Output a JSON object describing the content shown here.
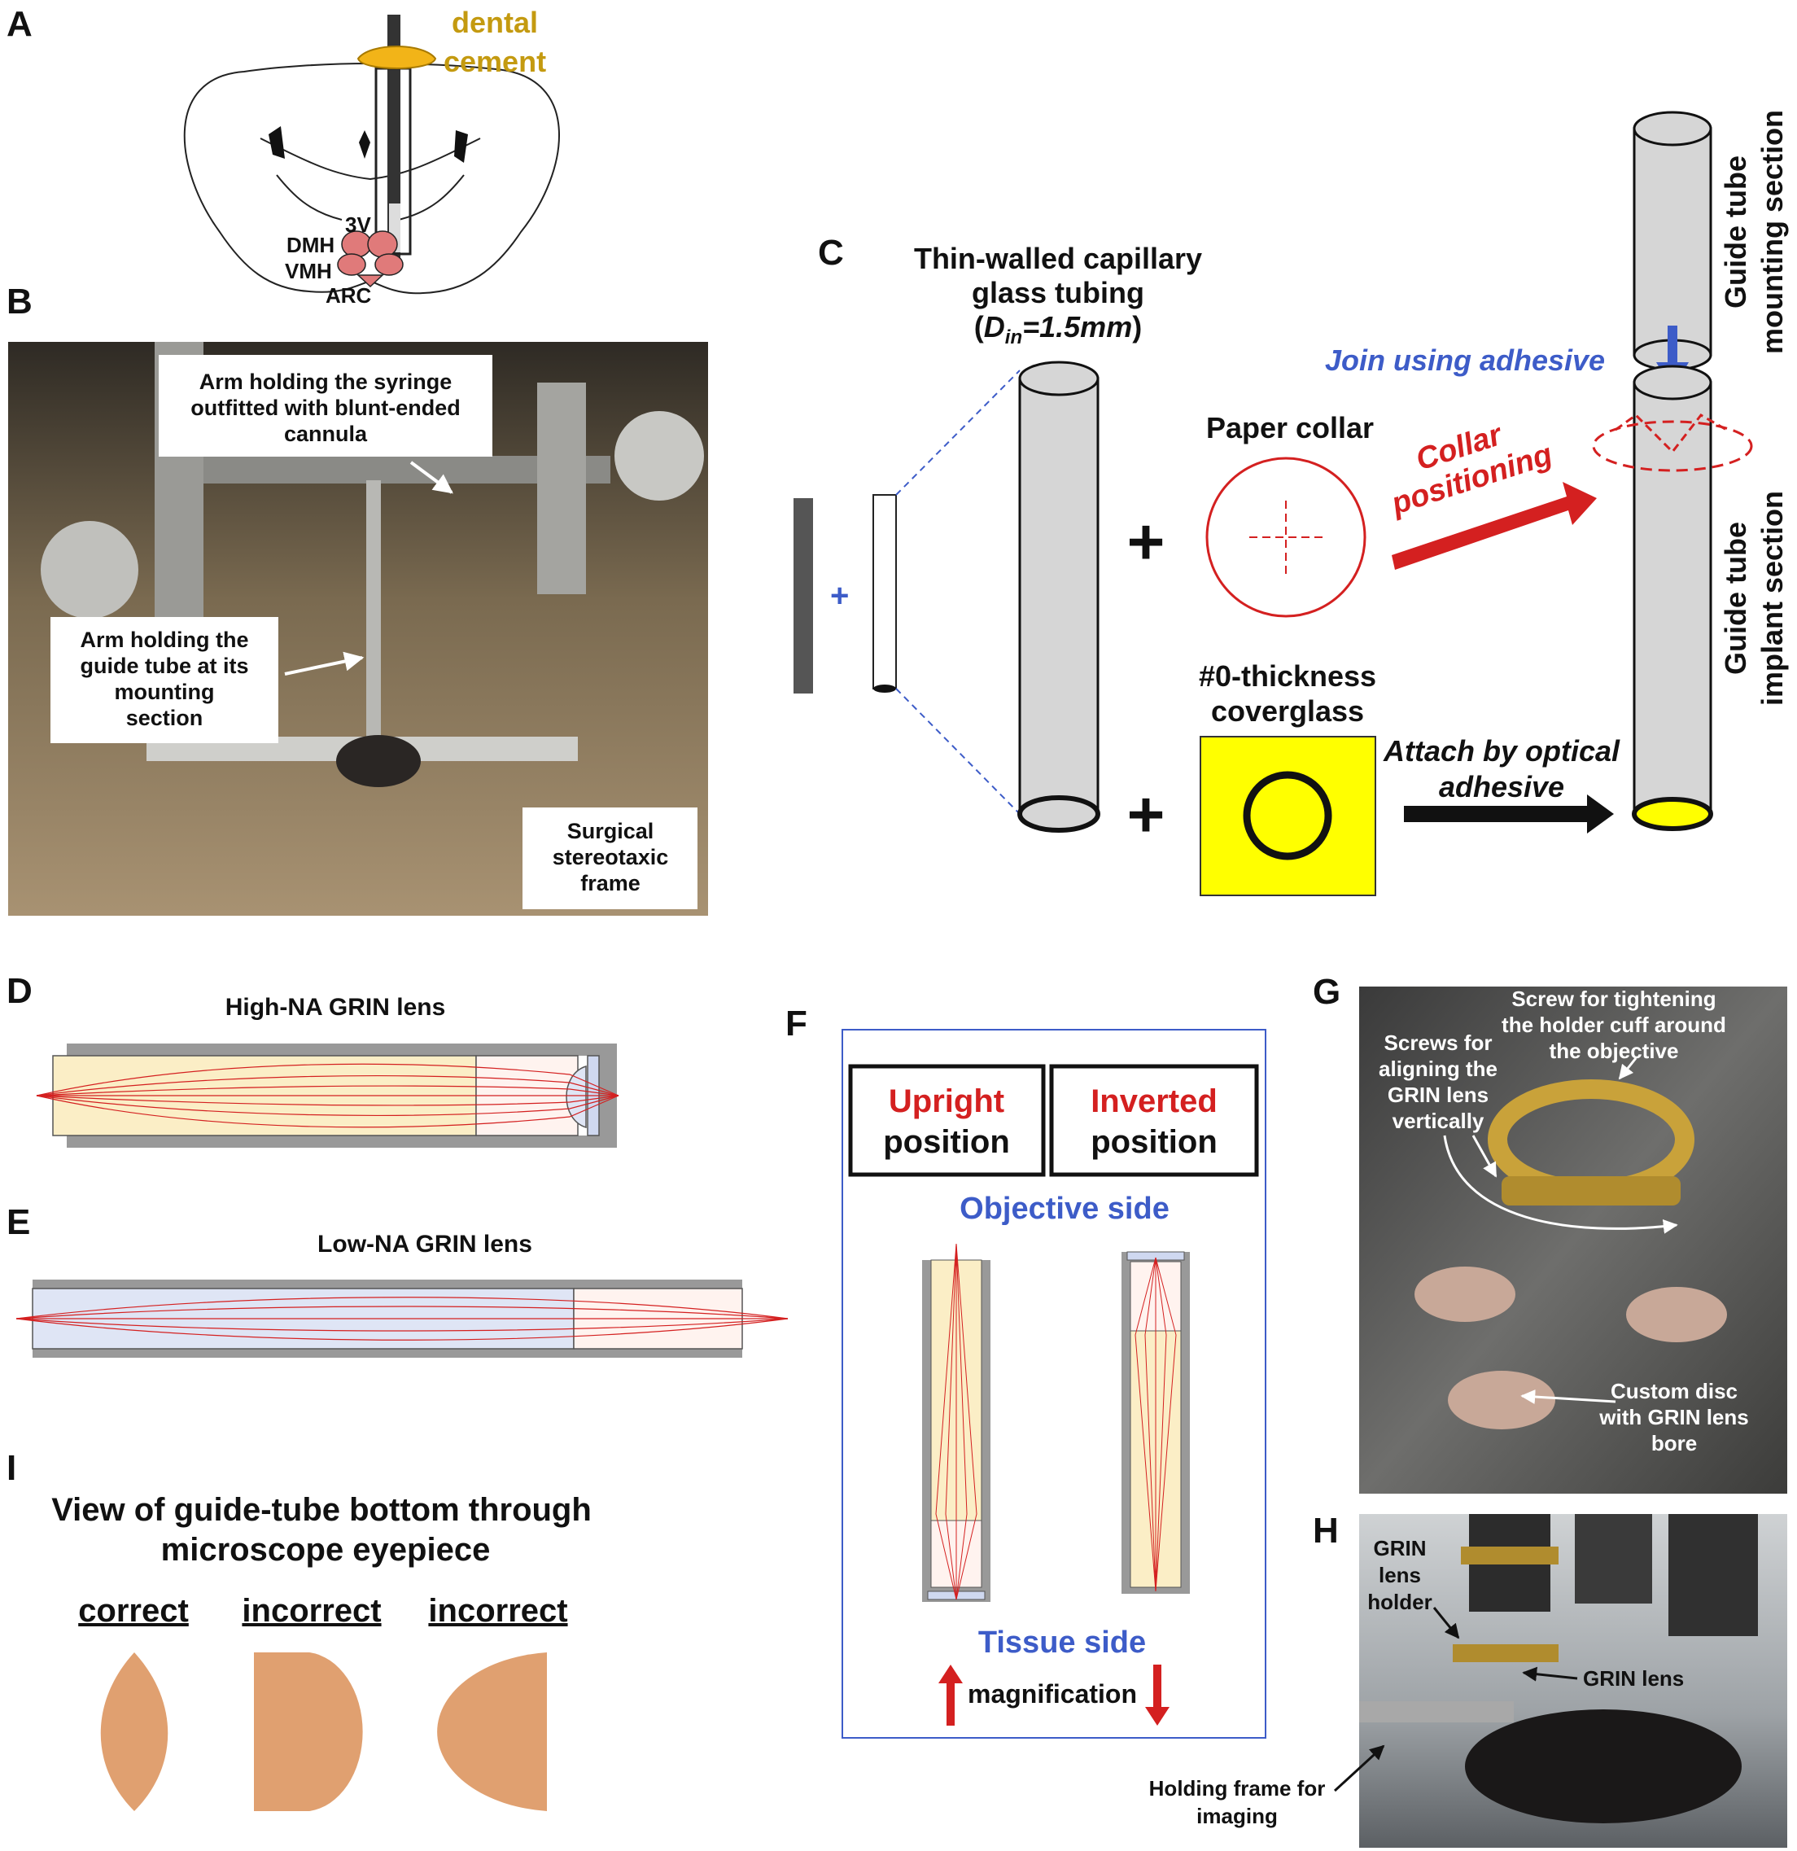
{
  "panels": {
    "A": "A",
    "B": "B",
    "C": "C",
    "D": "D",
    "E": "E",
    "F": "F",
    "G": "G",
    "H": "H",
    "I": "I"
  },
  "panelA": {
    "dental_cement_line1": "dental",
    "dental_cement_line2": "cement",
    "label_3v": "3V",
    "label_dmh": "DMH",
    "label_vmh": "VMH",
    "label_arc": "ARC",
    "cement_color": "#f2b418",
    "nuclei_color": "#e07a7a"
  },
  "panelB": {
    "callout_syringe_1": "Arm holding the syringe",
    "callout_syringe_2": "outfitted with blunt-ended",
    "callout_syringe_3": "cannula",
    "callout_guide_1": "Arm holding the",
    "callout_guide_2": "guide tube at its",
    "callout_guide_3": "mounting",
    "callout_guide_4": "section",
    "callout_frame_1": "Surgical",
    "callout_frame_2": "stereotaxic",
    "callout_frame_3": "frame"
  },
  "panelC": {
    "tubing_title_1": "Thin-walled capillary",
    "tubing_title_2": "glass tubing",
    "tubing_dim_open": "(",
    "tubing_dim_d": "D",
    "tubing_dim_sub": "in",
    "tubing_dim_value": "=1.5mm",
    "tubing_dim_close": ")",
    "plus": "+",
    "paper_collar": "Paper collar",
    "coverglass_1": "#0-thickness",
    "coverglass_2": "coverglass",
    "collar_positioning_1": "Collar",
    "collar_positioning_2": "positioning",
    "attach_1": "Attach by optical",
    "attach_2": "adhesive",
    "join": "Join using adhesive",
    "mounting_1": "Guide tube",
    "mounting_2": "mounting section",
    "implant_1": "Guide tube",
    "implant_2": "implant section",
    "coverglass_color": "#ffff00",
    "collar_color": "#d42020",
    "join_color": "#3d5cc8"
  },
  "panelD": {
    "title": "High-NA GRIN lens"
  },
  "panelE": {
    "title": "Low-NA GRIN lens"
  },
  "panelF": {
    "upright_1": "Upright",
    "upright_2": "position",
    "inverted_1": "Inverted",
    "inverted_2": "position",
    "objective_side": "Objective side",
    "tissue_side": "Tissue side",
    "magnification": "magnification",
    "accent_red": "#d42020",
    "accent_blue": "#3d5cc8"
  },
  "panelG": {
    "screw_cuff_1": "Screw for tightening",
    "screw_cuff_2": "the holder cuff around",
    "screw_cuff_3": "the objective",
    "screws_align_1": "Screws for",
    "screws_align_2": "aligning the",
    "screws_align_3": "GRIN lens",
    "screws_align_4": "vertically",
    "disc_1": "Custom disc",
    "disc_2": "with GRIN lens",
    "disc_3": "bore"
  },
  "panelH": {
    "holder_1": "GRIN",
    "holder_2": "lens",
    "holder_3": "holder",
    "grin_lens": "GRIN lens",
    "frame_1": "Holding frame for",
    "frame_2": "imaging"
  },
  "panelI": {
    "title_1": "View of guide-tube bottom through",
    "title_2": "microscope eyepiece",
    "correct": "correct",
    "incorrect_1": "incorrect",
    "incorrect_2": "incorrect",
    "shape_color": "#e0a070"
  }
}
